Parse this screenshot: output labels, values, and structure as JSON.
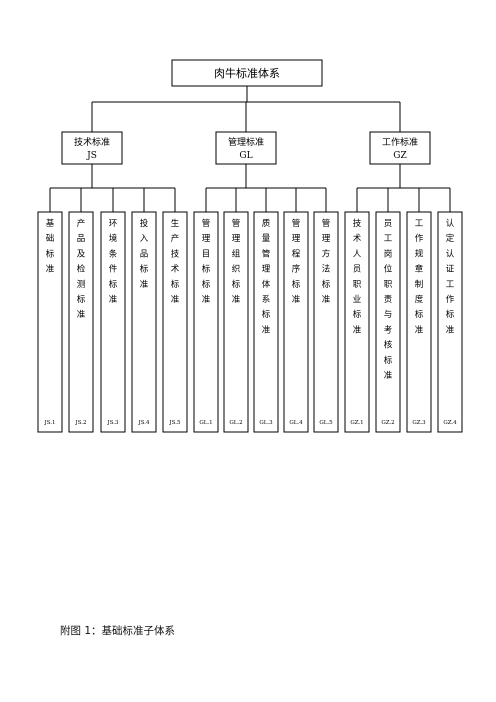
{
  "root": "肉牛标准体系",
  "groups": [
    {
      "label": "技术标准",
      "code": "JS",
      "leaves": [
        {
          "label": "基础标准",
          "code": "JS.1"
        },
        {
          "label": "产品及检测标准",
          "code": "JS.2"
        },
        {
          "label": "环境条件标准",
          "code": "JS.3"
        },
        {
          "label": "投入品标准",
          "code": "JS.4"
        },
        {
          "label": "生产技术标准",
          "code": "JS.5"
        }
      ]
    },
    {
      "label": "管理标准",
      "code": "GL",
      "leaves": [
        {
          "label": "管理目标标准",
          "code": "GL.1"
        },
        {
          "label": "管理组织标准",
          "code": "GL.2"
        },
        {
          "label": "质量管理体系标准",
          "code": "GL.3"
        },
        {
          "label": "管理程序标准",
          "code": "GL.4"
        },
        {
          "label": "管理方法标准",
          "code": "GL.5"
        }
      ]
    },
    {
      "label": "工作标准",
      "code": "GZ",
      "leaves": [
        {
          "label": "技术人员职业标准",
          "code": "GZ.1"
        },
        {
          "label": "员工岗位职责与考核标准",
          "code": "GZ.2"
        },
        {
          "label": "工作规章制度标准",
          "code": "GZ.3"
        },
        {
          "label": "认定认证工作标准",
          "code": "GZ.4"
        }
      ]
    }
  ],
  "caption": "附图 1：基础标准子体系"
}
